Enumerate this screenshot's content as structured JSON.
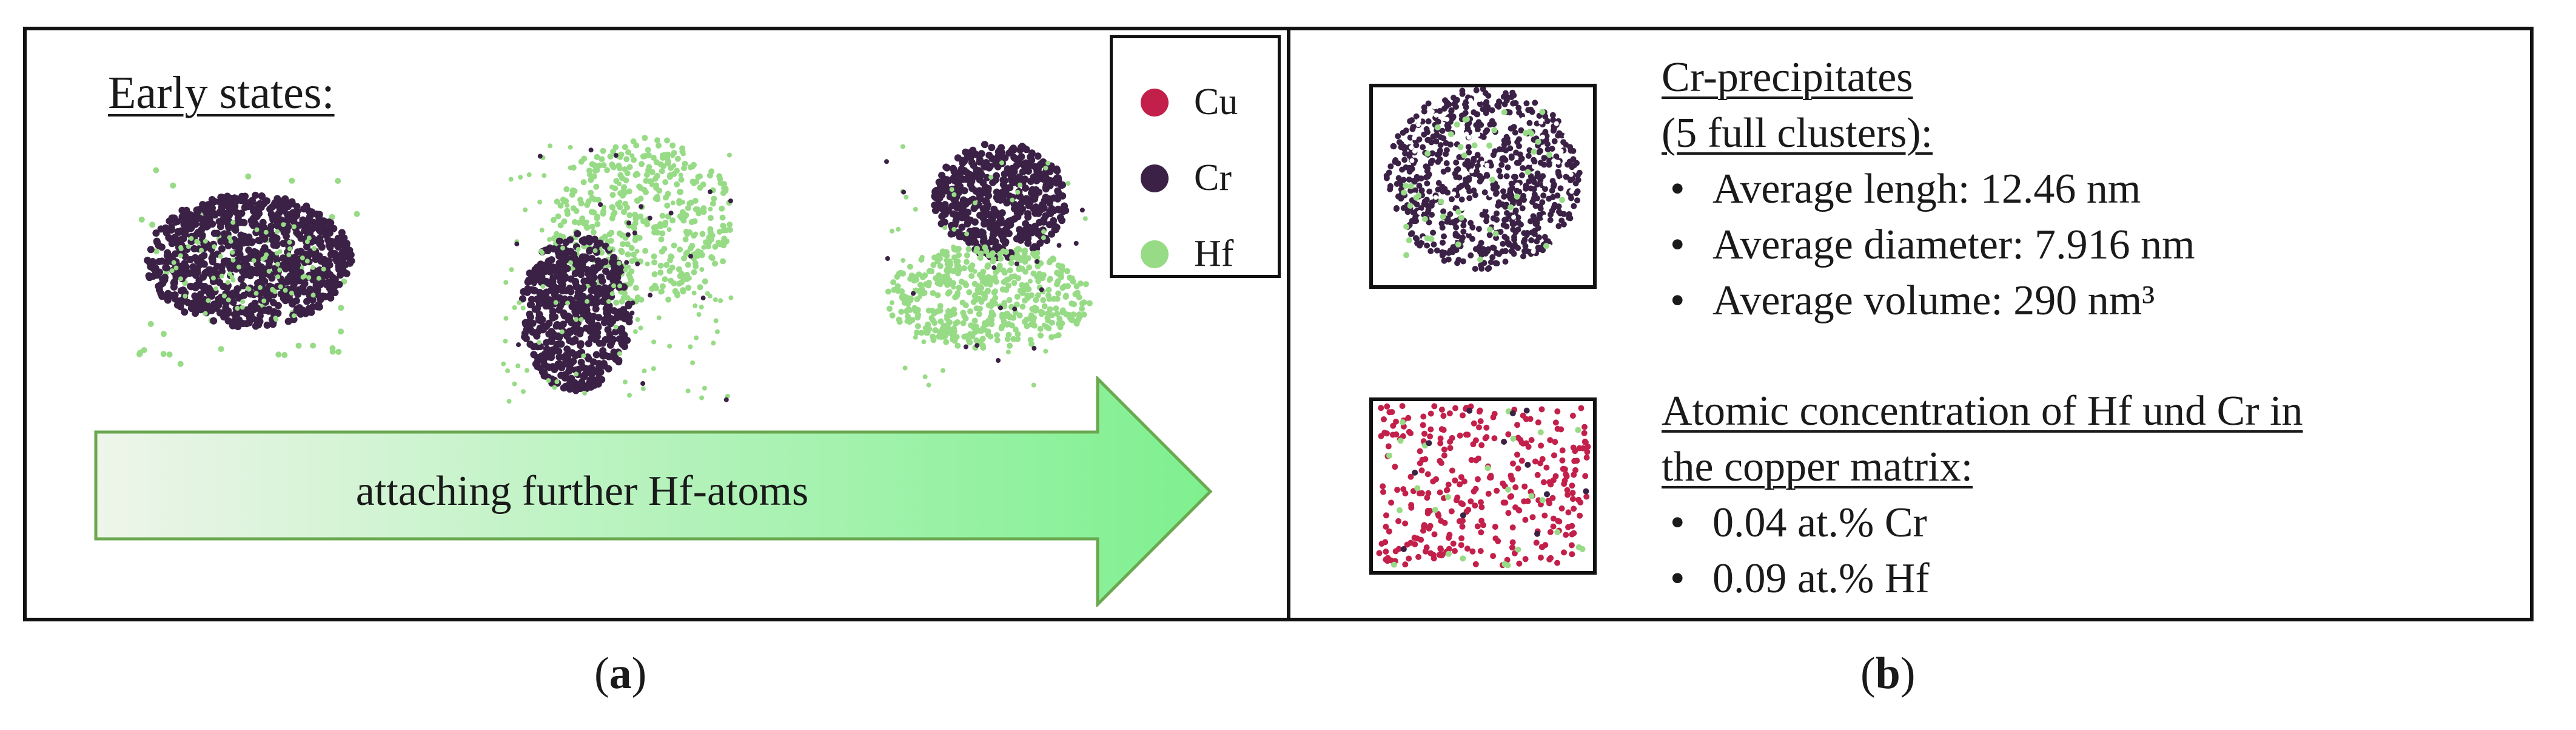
{
  "panel_a": {
    "title": "Early states:",
    "arrow_label": "attaching further Hf-atoms",
    "legend": [
      {
        "label": "Cu",
        "color": "#c2204a"
      },
      {
        "label": "Cr",
        "color": "#3b2145"
      },
      {
        "label": "Hf",
        "color": "#97db86"
      }
    ]
  },
  "panel_b": {
    "precipitates": {
      "heading_line1": "Cr-precipitates",
      "heading_line2": "(5 full clusters):",
      "bullets": [
        "Average lengh: 12.46 nm",
        "Average diameter: 7.916 nm",
        "Average volume: 290 nm³"
      ]
    },
    "matrix": {
      "heading_line1": "Atomic concentration of Hf und Cr in",
      "heading_line2": "the copper matrix:",
      "bullets": [
        "0.04 at.% Cr",
        "0.09 at.% Hf"
      ]
    }
  },
  "labels": {
    "a_open": "(",
    "a_letter": "a",
    "a_close": ")",
    "b_open": "(",
    "b_letter": "b",
    "b_close": ")"
  },
  "colors": {
    "cu": "#c2204a",
    "cr": "#3b2145",
    "hf": "#97db86",
    "arrow_start": "#e9f2e4",
    "arrow_end": "#7ef08f",
    "arrow_stroke": "#6aa84f"
  }
}
